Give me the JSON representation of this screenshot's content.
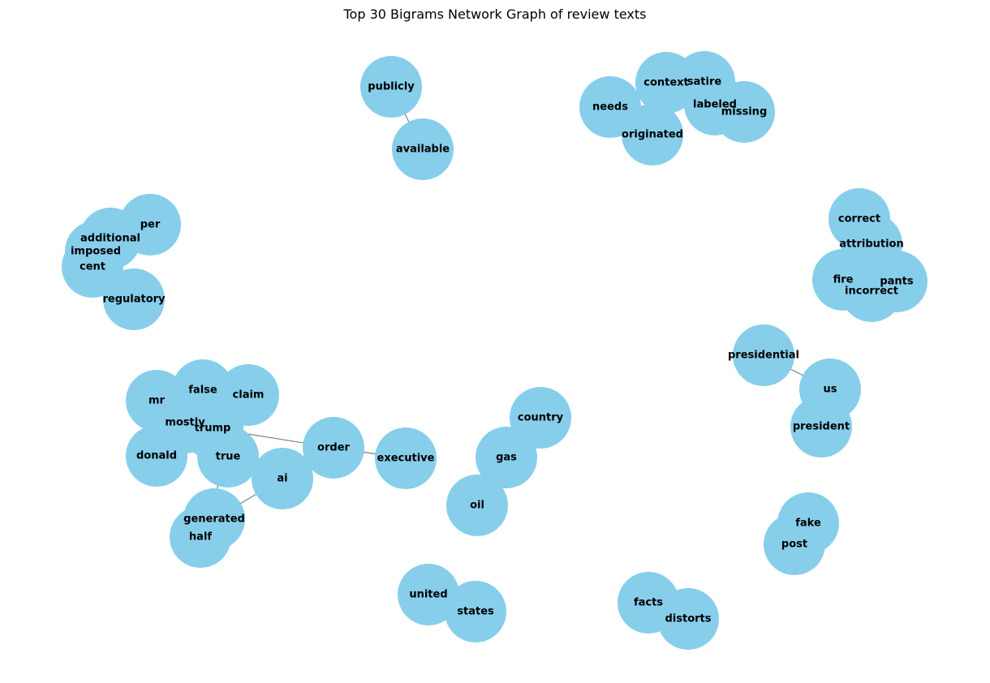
{
  "title": "Top 30 Bigrams Network Graph of review texts",
  "colors": {
    "node": "#87CEEB",
    "edge": "#808080",
    "label": "#000000",
    "background": "#ffffff"
  },
  "nodes": [
    {
      "id": "publicly"
    },
    {
      "id": "available"
    },
    {
      "id": "needs"
    },
    {
      "id": "context"
    },
    {
      "id": "satire"
    },
    {
      "id": "labeled"
    },
    {
      "id": "missing"
    },
    {
      "id": "originated"
    },
    {
      "id": "per"
    },
    {
      "id": "additional"
    },
    {
      "id": "imposed"
    },
    {
      "id": "cent"
    },
    {
      "id": "regulatory"
    },
    {
      "id": "correct"
    },
    {
      "id": "attribution"
    },
    {
      "id": "fire"
    },
    {
      "id": "pants"
    },
    {
      "id": "incorrect"
    },
    {
      "id": "presidential"
    },
    {
      "id": "us"
    },
    {
      "id": "president"
    },
    {
      "id": "mr"
    },
    {
      "id": "false"
    },
    {
      "id": "claim"
    },
    {
      "id": "mostly"
    },
    {
      "id": "trump"
    },
    {
      "id": "donald"
    },
    {
      "id": "true"
    },
    {
      "id": "order"
    },
    {
      "id": "executive"
    },
    {
      "id": "ai"
    },
    {
      "id": "generated"
    },
    {
      "id": "half"
    },
    {
      "id": "country"
    },
    {
      "id": "gas"
    },
    {
      "id": "oil"
    },
    {
      "id": "united"
    },
    {
      "id": "states"
    },
    {
      "id": "facts"
    },
    {
      "id": "distorts"
    },
    {
      "id": "fake"
    },
    {
      "id": "post"
    }
  ],
  "edges": [
    [
      "publicly",
      "available"
    ],
    [
      "needs",
      "context"
    ],
    [
      "context",
      "missing"
    ],
    [
      "satire",
      "labeled"
    ],
    [
      "context",
      "originated"
    ],
    [
      "per",
      "cent"
    ],
    [
      "additional",
      "imposed"
    ],
    [
      "imposed",
      "regulatory"
    ],
    [
      "correct",
      "attribution"
    ],
    [
      "attribution",
      "incorrect"
    ],
    [
      "fire",
      "pants"
    ],
    [
      "presidential",
      "us"
    ],
    [
      "us",
      "president"
    ],
    [
      "mr",
      "trump"
    ],
    [
      "false",
      "claim"
    ],
    [
      "mostly",
      "false"
    ],
    [
      "donald",
      "trump"
    ],
    [
      "mostly",
      "true"
    ],
    [
      "trump",
      "order"
    ],
    [
      "order",
      "executive"
    ],
    [
      "ai",
      "generated"
    ],
    [
      "half",
      "true"
    ],
    [
      "country",
      "gas"
    ],
    [
      "gas",
      "oil"
    ],
    [
      "united",
      "states"
    ],
    [
      "facts",
      "distorts"
    ],
    [
      "fake",
      "post"
    ]
  ]
}
